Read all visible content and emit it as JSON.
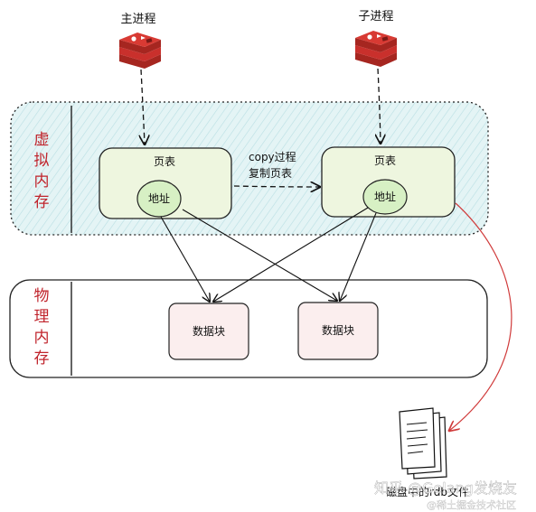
{
  "processes": {
    "parent": {
      "label": "主进程",
      "icon": "redis-icon"
    },
    "child": {
      "label": "子进程",
      "icon": "redis-icon"
    }
  },
  "virtual_memory": {
    "label": [
      "虚",
      "拟",
      "内",
      "存"
    ],
    "left_page_table": {
      "title": "页表",
      "address": "地址"
    },
    "right_page_table": {
      "title": "页表",
      "address": "地址"
    },
    "copy_note": [
      "copy过程",
      "复制页表"
    ]
  },
  "physical_memory": {
    "label": [
      "物",
      "理",
      "内",
      "存"
    ],
    "blocks": [
      "数据块",
      "数据块"
    ]
  },
  "disk_file": {
    "label": "磁盘中的rdb文件",
    "icon": "document-stack-icon"
  },
  "watermark": [
    "知乎 @Golang发烧友",
    "@稀土掘金技术社区"
  ],
  "colors": {
    "virtual_fill": "#daf0f2",
    "page_table_fill": "#eef6df",
    "address_fill": "#d7f0c4",
    "data_block_fill": "#fbeeee",
    "label_red": "#c0242c",
    "rdb_arrow": "#d03a3a",
    "redis_red": "#c9302c"
  }
}
